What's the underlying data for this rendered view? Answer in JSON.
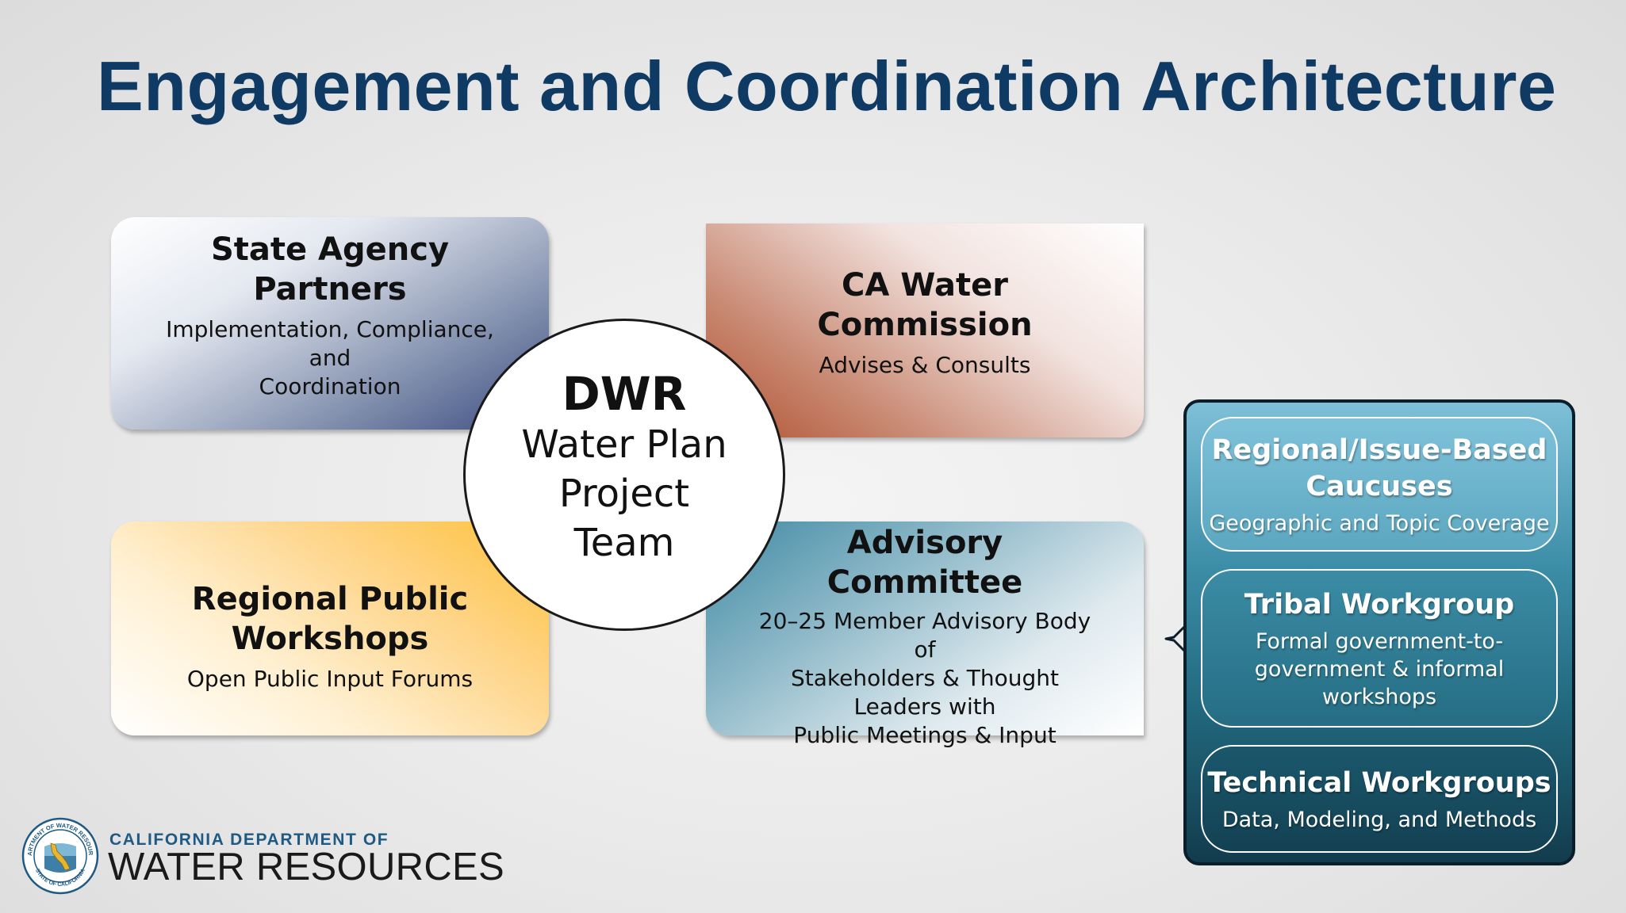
{
  "title": "Engagement and Coordination Architecture",
  "center": {
    "title": "DWR",
    "subtitle_lines": [
      "Water Plan",
      "Project",
      "Team"
    ]
  },
  "boxes": {
    "state_agency": {
      "title": "State Agency Partners",
      "description_lines": [
        "Implementation, Compliance, and",
        "Coordination"
      ]
    },
    "commission": {
      "title": "CA Water Commission",
      "description_lines": [
        "Advises & Consults"
      ]
    },
    "workshops": {
      "title_lines": [
        "Regional Public",
        "Workshops"
      ],
      "description_lines": [
        "Open Public Input Forums"
      ]
    },
    "advisory": {
      "title": "Advisory Committee",
      "description_lines": [
        "20–25 Member Advisory Body of",
        "Stakeholders & Thought Leaders with",
        "Public Meetings & Input"
      ]
    }
  },
  "subgroups": [
    {
      "title_lines": [
        "Regional/Issue-Based",
        "Caucuses"
      ],
      "description_lines": [
        "Geographic and Topic Coverage"
      ]
    },
    {
      "title_lines": [
        "Tribal Workgroup"
      ],
      "description_lines": [
        "Formal government-to-",
        "government & informal",
        "workshops"
      ]
    },
    {
      "title_lines": [
        "Technical Workgroups"
      ],
      "description_lines": [
        "Data, Modeling, and Methods"
      ]
    }
  ],
  "logo": {
    "agency_top": "CALIFORNIA DEPARTMENT OF",
    "agency_main": "WATER RESOURCES",
    "seal_ring_top": "DEPARTMENT OF WATER RESOURCES",
    "seal_ring_bottom": "STATE OF CALIFORNIA",
    "icon": "dwr-seal-icon"
  },
  "colors": {
    "title": "#0f3a63",
    "state_agency_accent": "#3a4c80",
    "commission_accent": "#b0512e",
    "workshops_accent": "#fdc13a",
    "advisory_accent": "#3f8aa4",
    "panel_dark": "#123c4d"
  }
}
